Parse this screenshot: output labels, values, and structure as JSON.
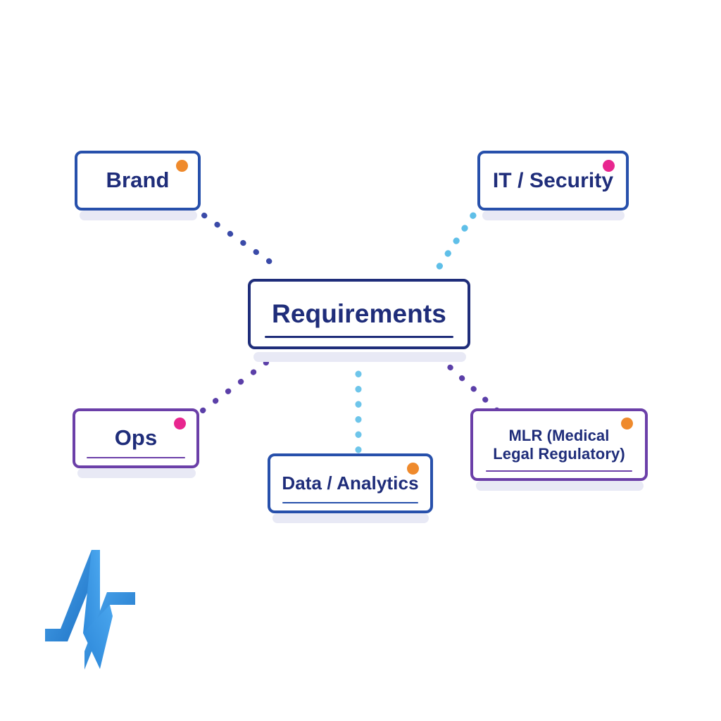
{
  "diagram": {
    "type": "mind-map",
    "title": "Requirements stakeholder map",
    "background_color": "#ffffff",
    "center": {
      "id": "requirements",
      "label": "Requirements",
      "border_color": "#1f2d7a",
      "text_color": "#1f2d7a",
      "has_underline": true,
      "underline_color": "#1f2d7a",
      "badge_dot": null
    },
    "nodes": [
      {
        "id": "brand",
        "label": "Brand",
        "border_color": "#2750ab",
        "text_color": "#1f2d7a",
        "badge_dot": "orange",
        "badge_color": "#ef8a2c",
        "has_underline": false,
        "underline_color": null,
        "connector_color": "#3a4aa8",
        "connector_style": "dotted",
        "position": "top-left"
      },
      {
        "id": "it-security",
        "label": "IT / Security",
        "border_color": "#2750ab",
        "text_color": "#1f2d7a",
        "badge_dot": "pink",
        "badge_color": "#e8268f",
        "has_underline": false,
        "underline_color": null,
        "connector_color": "#5fbfe8",
        "connector_style": "dotted",
        "position": "top-right"
      },
      {
        "id": "ops",
        "label": "Ops",
        "border_color": "#6b3fa8",
        "text_color": "#1f2d7a",
        "badge_dot": "pink",
        "badge_color": "#e8268f",
        "has_underline": true,
        "underline_color": "#6b3fa8",
        "connector_color": "#5b3fa8",
        "connector_style": "dotted",
        "position": "bottom-left"
      },
      {
        "id": "data-analytics",
        "label": "Data / Analytics",
        "border_color": "#2750ab",
        "text_color": "#1f2d7a",
        "badge_dot": "orange",
        "badge_color": "#ef8a2c",
        "has_underline": true,
        "underline_color": "#2750ab",
        "connector_color": "#6ec5ea",
        "connector_style": "dotted",
        "position": "bottom-center"
      },
      {
        "id": "mlr",
        "label": "MLR (Medical\nLegal Regulatory)",
        "border_color": "#6b3fa8",
        "text_color": "#1f2d7a",
        "badge_dot": "orange",
        "badge_color": "#ef8a2c",
        "has_underline": true,
        "underline_color": "#6b3fa8",
        "connector_color": "#5b3fa8",
        "connector_style": "dotted",
        "position": "bottom-right"
      }
    ],
    "logo": {
      "name": "pulse-wave-logo",
      "color_light": "#3d9ae8",
      "color_dark": "#1f72c4"
    }
  }
}
